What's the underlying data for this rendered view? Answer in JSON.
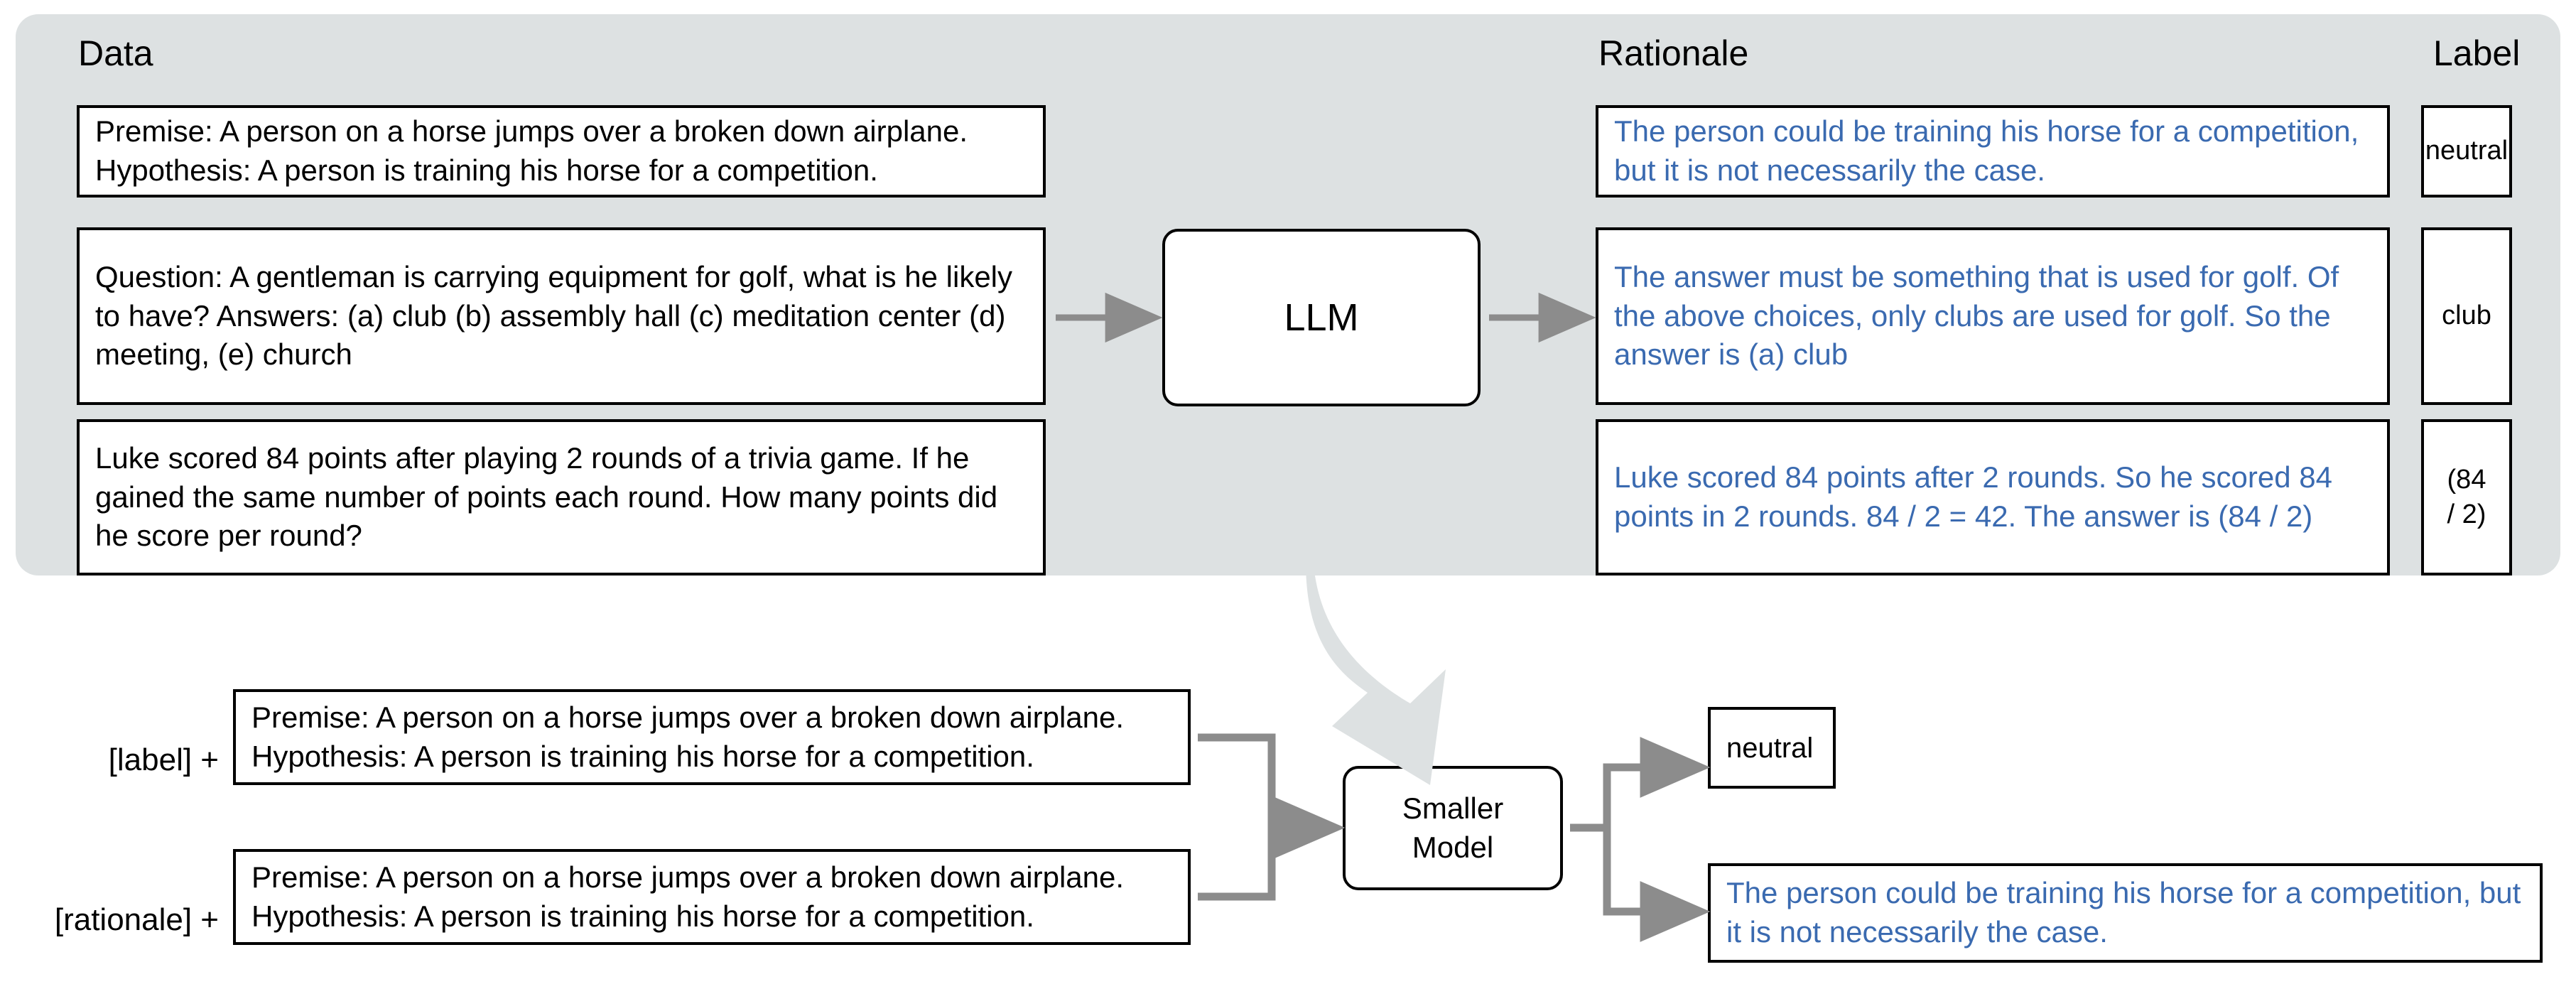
{
  "columns": {
    "data_heading": "Data",
    "rationale_heading": "Rationale",
    "label_heading": "Label"
  },
  "colors": {
    "panel_background": "#dde1e2",
    "rationale_text": "#3a6ab0",
    "connector": "#8c8c8c",
    "box_border": "#000000",
    "page_background": "#ffffff"
  },
  "top_section": {
    "data_boxes": [
      {
        "id": "nli",
        "text": "Premise: A person on a horse jumps over a broken down airplane.\nHypothesis: A person is training his horse for a competition."
      },
      {
        "id": "commonsenseqa",
        "text": "Question: A gentleman is carrying equipment for golf, what is he likely to have?\nAnswers: (a) club (b) assembly hall (c) meditation center (d) meeting, (e) church"
      },
      {
        "id": "gsm",
        "text": "Luke scored 84 points after playing 2 rounds of a trivia game. If he gained the same number of points each round. How many points did he score per round?"
      }
    ],
    "model_box": {
      "label": "LLM"
    },
    "rationale_boxes": [
      {
        "id": "nli",
        "text": "The person could be training his horse for a competition, but it is not necessarily the case."
      },
      {
        "id": "commonsenseqa",
        "text": "The answer must be something that is used for golf. Of the above choices, only clubs are used for golf. So the answer is (a) club"
      },
      {
        "id": "gsm",
        "text": "Luke scored 84 points after 2 rounds. So he scored 84 points in 2 rounds. 84 / 2 = 42. The answer is (84 / 2)"
      }
    ],
    "label_boxes": [
      {
        "id": "nli",
        "text": "neutral"
      },
      {
        "id": "commonsenseqa",
        "text": "club"
      },
      {
        "id": "gsm",
        "text": "(84 / 2)"
      }
    ]
  },
  "transition": {
    "arrow": "curved-down-right-arrow"
  },
  "bottom_section": {
    "tags": [
      {
        "id": "label",
        "text": "[label] +"
      },
      {
        "id": "rationale",
        "text": "[rationale] +"
      }
    ],
    "input_boxes": [
      {
        "id": "label-input",
        "text": "Premise: A person on a horse jumps over a broken down airplane.\nHypothesis: A person is training his horse for a competition."
      },
      {
        "id": "rationale-input",
        "text": "Premise: A person on a horse jumps over a broken down airplane.\nHypothesis: A person is training his horse for a competition."
      }
    ],
    "model_box": {
      "label": "Smaller Model"
    },
    "output_boxes": [
      {
        "id": "label-output",
        "text": "neutral"
      },
      {
        "id": "rationale-output",
        "text": "The person could be training his horse for a competition, but it is not necessarily the case."
      }
    ]
  }
}
